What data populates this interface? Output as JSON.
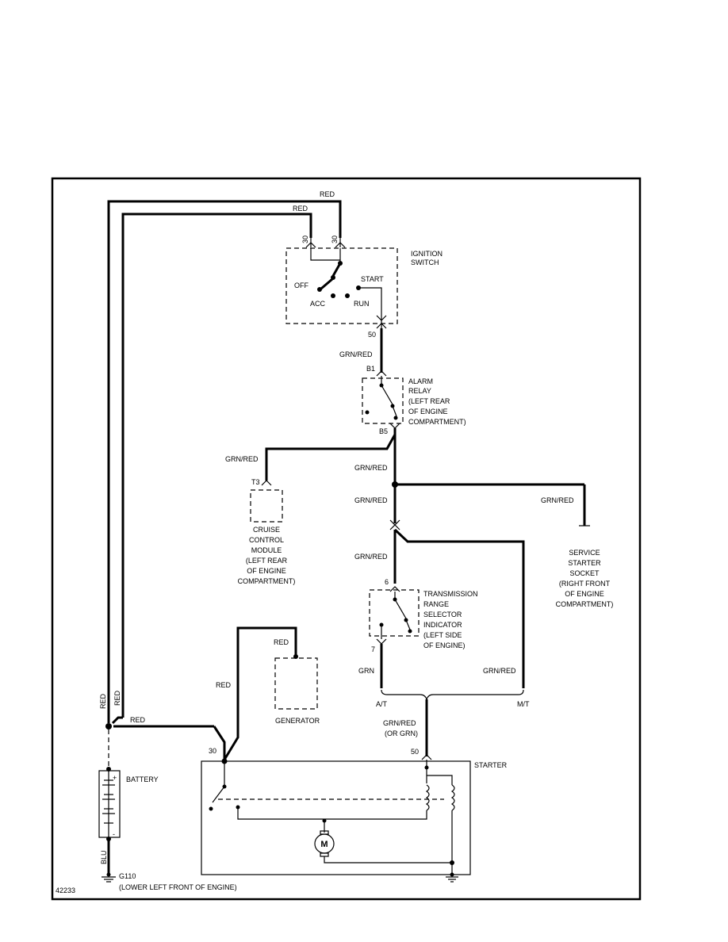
{
  "diagram_id": "42233",
  "colors": {
    "wire": "#000000",
    "background": "#ffffff"
  },
  "wire_labels": {
    "red_top": "RED",
    "red_second": "RED",
    "grn_red_ign": "GRN/RED",
    "grn_red_cruise": "GRN/RED",
    "grn_red_main": "GRN/RED",
    "grn_red_below_node": "GRN/RED",
    "grn_red_service": "GRN/RED",
    "grn_red_trs": "GRN/RED",
    "grn": "GRN",
    "grn_red_mt": "GRN/RED",
    "red_gen": "RED",
    "red_starter": "RED",
    "red_battery": "RED",
    "red_vert_1": "RED",
    "red_vert_2": "RED",
    "blu": "BLU",
    "starter_feed_1": "GRN/RED",
    "starter_feed_2": "(OR GRN)"
  },
  "terminals": {
    "ign_30a": "30",
    "ign_30b": "30",
    "ign_50": "50",
    "relay_b1": "B1",
    "relay_b5": "B5",
    "cruise_t3": "T3",
    "trs_6": "6",
    "trs_7": "7",
    "starter_50": "50",
    "starter_30": "30"
  },
  "ignition_switch": {
    "label_line1": "IGNITION",
    "label_line2": "SWITCH",
    "pos_off": "OFF",
    "pos_acc": "ACC",
    "pos_run": "RUN",
    "pos_start": "START"
  },
  "alarm_relay": {
    "lines": [
      "ALARM",
      "RELAY",
      "(LEFT REAR",
      "OF ENGINE",
      "COMPARTMENT)"
    ]
  },
  "cruise_module": {
    "lines": [
      "CRUISE",
      "CONTROL",
      "MODULE",
      "(LEFT REAR",
      "OF ENGINE",
      "COMPARTMENT)"
    ]
  },
  "service_socket": {
    "lines": [
      "SERVICE",
      "STARTER",
      "SOCKET",
      "(RIGHT FRONT",
      "OF ENGINE",
      "COMPARTMENT)"
    ]
  },
  "trs_indicator": {
    "lines": [
      "TRANSMISSION",
      "RANGE",
      "SELECTOR",
      "INDICATOR",
      "(LEFT SIDE",
      "OF ENGINE)"
    ]
  },
  "branches": {
    "at": "A/T",
    "mt": "M/T"
  },
  "generator": {
    "label": "GENERATOR"
  },
  "starter": {
    "label": "STARTER",
    "motor_symbol": "M"
  },
  "battery": {
    "label": "BATTERY",
    "plus": "+",
    "minus": "-"
  },
  "ground": {
    "id": "G110",
    "location": "(LOWER LEFT FRONT OF ENGINE)"
  }
}
